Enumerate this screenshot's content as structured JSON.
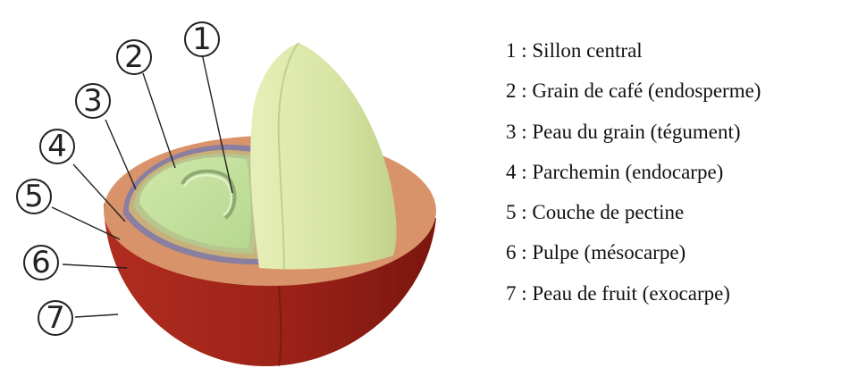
{
  "callouts": [
    "1",
    "2",
    "3",
    "4",
    "5",
    "6",
    "7"
  ],
  "legend": [
    {
      "number": "1",
      "label": "Sillon central"
    },
    {
      "number": "2",
      "label": "Grain de café (endosperme)"
    },
    {
      "number": "3",
      "label": "Peau du grain (tégument)"
    },
    {
      "number": "4",
      "label": "Parchemin (endocarpe)"
    },
    {
      "number": "5",
      "label": "Couche de pectine"
    },
    {
      "number": "6",
      "label": "Pulpe (mésocarpe)"
    },
    {
      "number": "7",
      "label": "Peau de fruit (exocarpe)"
    }
  ],
  "colors": {
    "exocarp": "#8b1e14",
    "mesocarp": "#d9936a",
    "pectin_layer": "#8a7fa0",
    "endocarp": "#c9b07a",
    "seed": "#c8e6a6",
    "seed_half": "#dde9ab"
  }
}
